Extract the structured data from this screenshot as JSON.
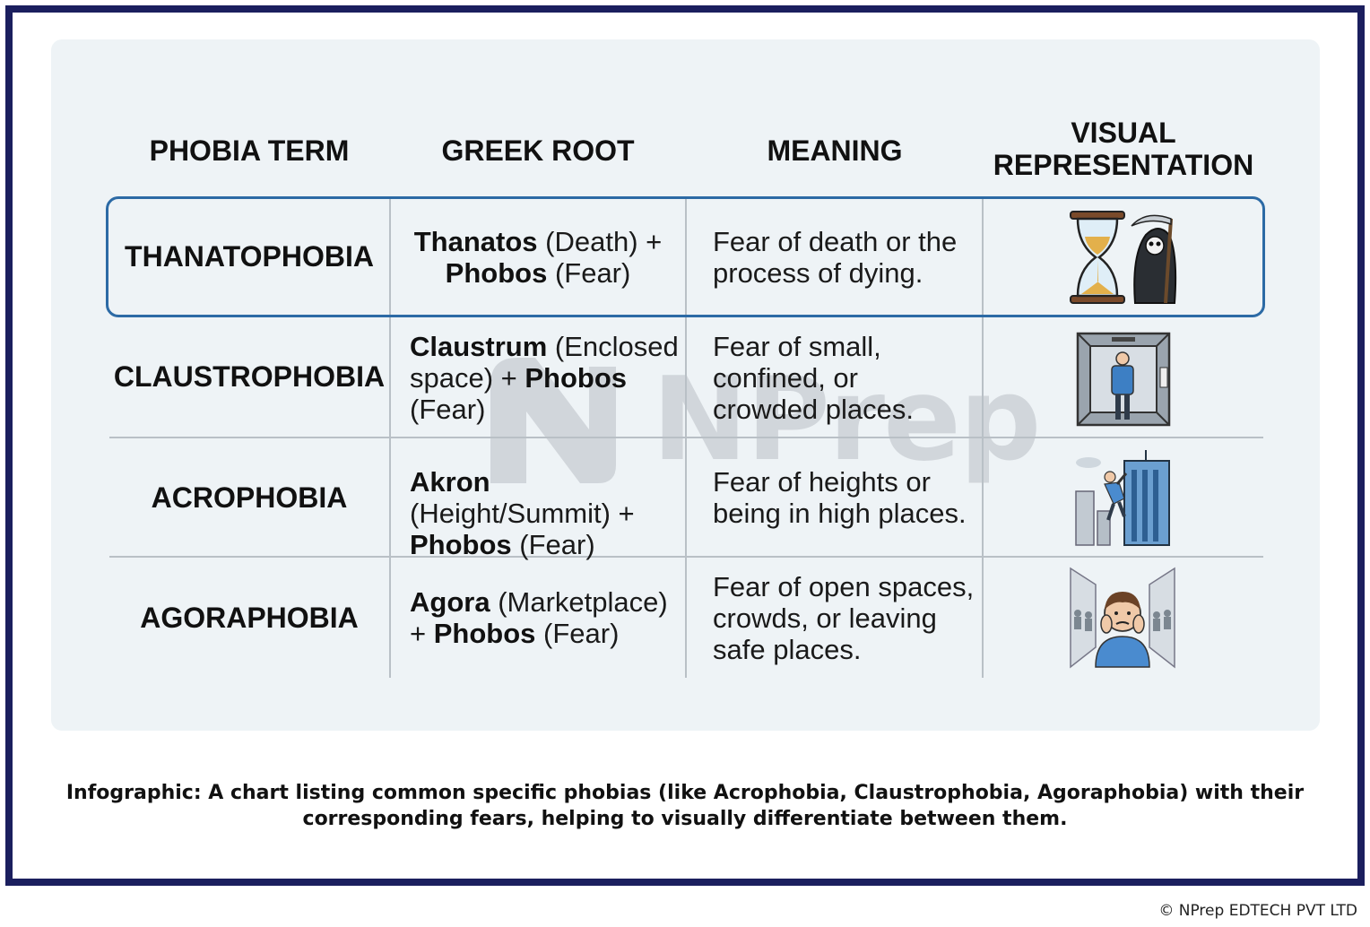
{
  "table": {
    "headers": {
      "term": "PHOBIA TERM",
      "root": "GREEK ROOT",
      "meaning": "MEANING",
      "visual_line1": "VISUAL",
      "visual_line2": "REPRESENTATION"
    },
    "rows": [
      {
        "term": "THANATOPHOBIA",
        "root_bold_1": "Thanatos",
        "root_text_1": " (Death) +",
        "root_bold_2": "Phobos",
        "root_text_2": " (Fear)",
        "meaning": "Fear of death or the process of dying.",
        "icon": "hourglass-reaper-icon",
        "highlighted": true
      },
      {
        "term": "CLAUSTROPHOBIA",
        "root_bold_1": "Claustrum",
        "root_text_1": " (Enclosed space) + ",
        "root_bold_2": "Phobos",
        "root_text_2": " (Fear)",
        "meaning": "Fear of small, confined, or crowded places.",
        "icon": "elevator-person-icon",
        "highlighted": false
      },
      {
        "term": "ACROPHOBIA",
        "root_bold_1": "Akron",
        "root_text_1": " (Height/Summit) + ",
        "root_bold_2": "Phobos",
        "root_text_2": " (Fear)",
        "meaning": "Fear of heights or being in high places.",
        "icon": "climber-skyscraper-icon",
        "highlighted": false
      },
      {
        "term": "AGORAPHOBIA",
        "root_bold_1": "Agora",
        "root_text_1": " (Marketplace) + ",
        "root_bold_2": "Phobos",
        "root_text_2": " (Fear)",
        "meaning": "Fear of open spaces, crowds, or leaving safe places.",
        "icon": "anxious-person-crowd-icon",
        "highlighted": false
      }
    ]
  },
  "watermark": {
    "text": "NPrep"
  },
  "caption": "Infographic: A chart listing common specific phobias (like Acrophobia, Claustrophobia, Agoraphobia) with their corresponding fears, helping to visually differentiate between them.",
  "copyright": "© NPrep EDTECH PVT LTD",
  "colors": {
    "frame": "#1b1f5e",
    "card": "#eef3f6",
    "highlight_border": "#2c6aa5",
    "grid": "#b9c0c6"
  }
}
